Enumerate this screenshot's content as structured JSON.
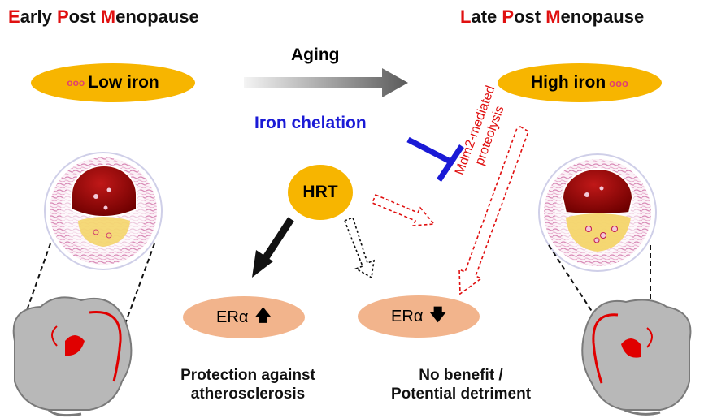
{
  "left_title": {
    "p1_cap": "E",
    "p1_rest": "arly ",
    "p2_cap": "P",
    "p2_rest": "ost ",
    "p3_cap": "M",
    "p3_rest": "enopause"
  },
  "right_title": {
    "p1_cap": "L",
    "p1_rest": "ate ",
    "p2_cap": "P",
    "p2_rest": "ost ",
    "p3_cap": "M",
    "p3_rest": "enopause"
  },
  "aging_label": "Aging",
  "low_iron": "Low iron",
  "high_iron": "High iron",
  "iron_chelation": "Iron chelation",
  "hrt": "HRT",
  "mdm2_line1": "Mdm2-mediated",
  "mdm2_line2": "proteolysis",
  "er_left": "ERα",
  "er_right": "ERα",
  "outcome_left_line1": "Protection against",
  "outcome_left_line2": "atherosclerosis",
  "outcome_right_line1": "No benefit /",
  "outcome_right_line2": "Potential detriment",
  "colors": {
    "accent_red": "#e01010",
    "iron_yellow": "#f7b500",
    "chelation_blue": "#1a1ad6",
    "er_peach": "#f2b48c"
  }
}
